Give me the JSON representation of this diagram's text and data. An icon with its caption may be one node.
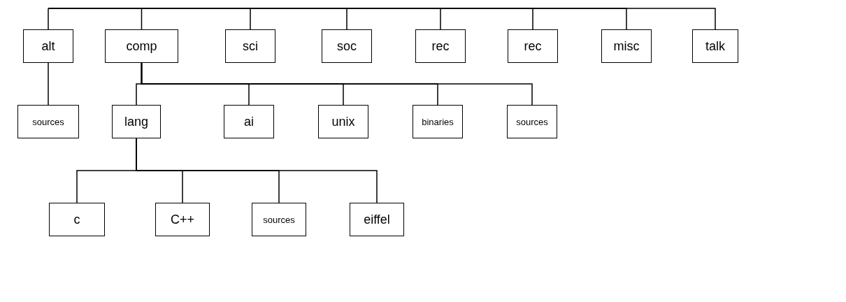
{
  "diagram": {
    "nodes": [
      {
        "text": [
          "alt"
        ]
      },
      {
        "text": [
          "comp"
        ]
      },
      {
        "text": [
          "sci"
        ]
      },
      {
        "text": [
          "soc"
        ]
      },
      {
        "text": [
          "rec"
        ]
      },
      {
        "text": [
          "rec"
        ]
      },
      {
        "text": [
          "misc"
        ]
      },
      {
        "text": [
          "talk"
        ]
      },
      {
        "text": [
          "sources"
        ]
      },
      {
        "text": [
          "lang"
        ]
      },
      {
        "text": [
          "ai"
        ]
      },
      {
        "text": [
          "unix"
        ]
      },
      {
        "text": [
          "binaries"
        ]
      },
      {
        "text": [
          "sources"
        ]
      },
      {
        "text": [
          "c"
        ]
      },
      {
        "text": [
          "C++"
        ]
      },
      {
        "text": [
          "sources"
        ]
      },
      {
        "text": [
          "eiffel"
        ]
      }
    ],
    "edges": [
      {
        "from": null,
        "to": 0,
        "arrow": "none"
      },
      {
        "from": null,
        "to": 1,
        "arrow": "none"
      },
      {
        "from": null,
        "to": 2,
        "arrow": "none"
      },
      {
        "from": null,
        "to": 3,
        "arrow": "none"
      },
      {
        "from": null,
        "to": 4,
        "arrow": "none"
      },
      {
        "from": null,
        "to": 5,
        "arrow": "none"
      },
      {
        "from": null,
        "to": 6,
        "arrow": "none"
      },
      {
        "from": null,
        "to": 7,
        "arrow": "none"
      },
      {
        "from": 0,
        "to": 8,
        "arrow": "none"
      },
      {
        "from": 1,
        "to": 9,
        "arrow": "none"
      },
      {
        "from": 1,
        "to": 10,
        "arrow": "none"
      },
      {
        "from": 1,
        "to": 11,
        "arrow": "none"
      },
      {
        "from": 1,
        "to": 12,
        "arrow": "none"
      },
      {
        "from": 1,
        "to": 13,
        "arrow": "none"
      },
      {
        "from": 9,
        "to": 14,
        "arrow": "none"
      },
      {
        "from": 9,
        "to": 15,
        "arrow": "none"
      },
      {
        "from": 9,
        "to": 16,
        "arrow": "none"
      },
      {
        "from": 9,
        "to": 17,
        "arrow": "none"
      }
    ]
  }
}
